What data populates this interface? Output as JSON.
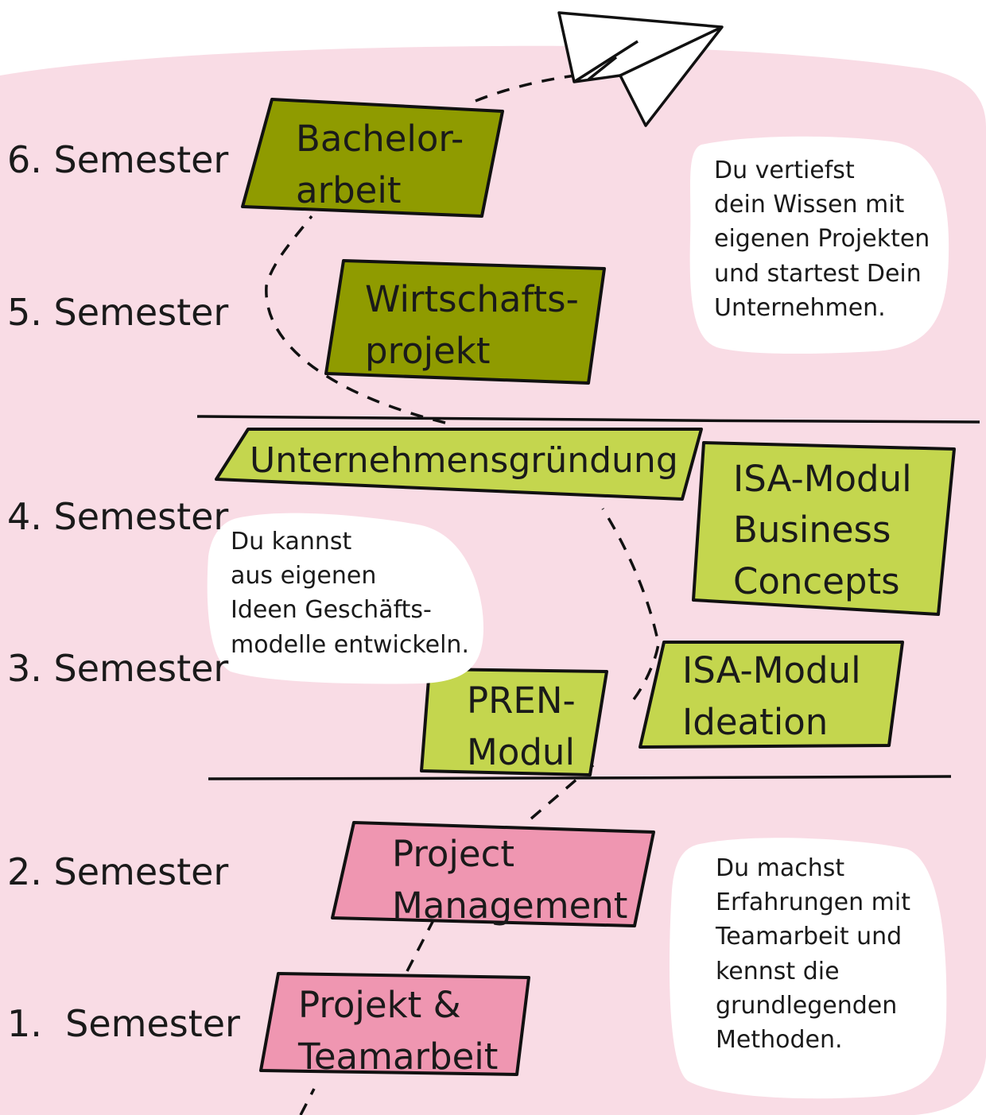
{
  "semesters": [
    {
      "label": "6. Semester"
    },
    {
      "label": "5. Semester"
    },
    {
      "label": "4. Semester"
    },
    {
      "label": "3. Semester"
    },
    {
      "label": "2. Semester"
    },
    {
      "label": "1.  Semester"
    }
  ],
  "modules": {
    "bachelorarbeit": {
      "line1": "Bachelor-",
      "line2": "arbeit"
    },
    "wirtschaftsprojekt": {
      "line1": "Wirtschafts-",
      "line2": "projekt"
    },
    "unternehmensgruendung": {
      "line1": "Unternehmensgründung"
    },
    "isa_business_concepts": {
      "line1": "ISA-Modul",
      "line2": "Business",
      "line3": "Concepts"
    },
    "isa_ideation": {
      "line1": "ISA-Modul",
      "line2": "Ideation"
    },
    "pren_modul": {
      "line1": "PREN-",
      "line2": "Modul"
    },
    "project_management": {
      "line1": "Project",
      "line2": "Management"
    },
    "projekt_teamarbeit": {
      "line1": "Projekt &",
      "line2": "Teamarbeit"
    }
  },
  "notes": {
    "top": {
      "lines": [
        "Du vertiefst",
        "dein Wissen mit",
        "eigenen Projekten",
        "und startest Dein",
        "Unternehmen."
      ]
    },
    "middle": {
      "lines": [
        "Du kannst",
        "aus eigenen",
        "Ideen Geschäfts-",
        "modelle entwickeln."
      ]
    },
    "bottom": {
      "lines": [
        "Du machst",
        "Erfahrungen mit",
        "Teamarbeit und",
        "kennst die",
        "grundlegenden",
        "Methoden."
      ]
    }
  },
  "colors": {
    "background_blob": "#f9dce5",
    "advanced_module": "#8f9b00",
    "middle_module": "#c4d64e",
    "basic_module": "#ef96b1",
    "note_bubble": "#ffffff",
    "outline": "#111111"
  }
}
